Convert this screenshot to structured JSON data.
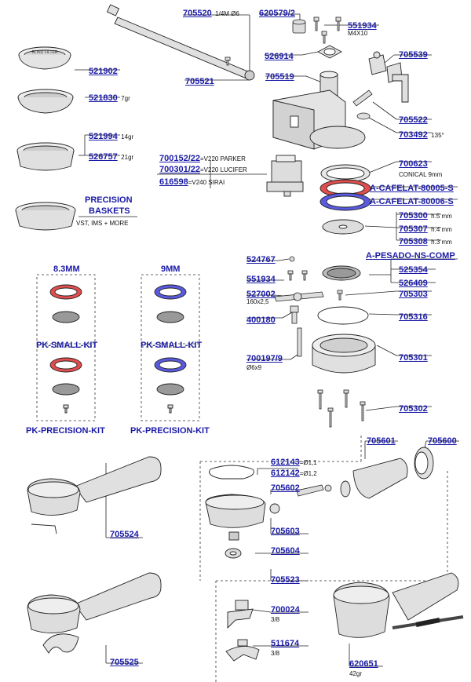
{
  "colors": {
    "accent_blue": "#1a1aa6",
    "kit_red": "#e04e4e",
    "kit_blue": "#5a5ae0",
    "line": "#222222",
    "part_fill": "#e6e6e6"
  },
  "labels": {
    "p705520": "705520",
    "n705520": "1/4M Ø6",
    "p620579": "620579/2",
    "p551934a": "551934",
    "n551934a": "M4X10",
    "p521902": "521902",
    "p526914": "526914",
    "p705539": "705539",
    "p705521": "705521",
    "p705519": "705519",
    "p521830": "521830",
    "n521830": "7gr",
    "p521994": "521994",
    "n521994": "14gr",
    "p526757": "526757",
    "n526757": "21gr",
    "p705522": "705522",
    "p703492": "703492",
    "n703492": "135°",
    "p700152": "700152/22",
    "n700152": "=V220 PARKER",
    "p700301": "700301/22",
    "n700301": "=V220 LUCIFER",
    "p616598": "616598",
    "n616598": "=V240 SIRAI",
    "p700623": "700623",
    "n700623": "CONICAL 9mm",
    "pcaf5": "A-CAFELAT-80005-S",
    "pcaf6": "A-CAFELAT-80006-S",
    "p705300": "705300",
    "n705300": "h.5 mm",
    "p705307": "705307",
    "n705307": "h.4 mm",
    "p705308": "705308",
    "n705308": "h.3 mm",
    "precision1": "PRECISION",
    "precision2": "BASKETS",
    "precision_note": "VST, IMS + MORE",
    "ppesado": "A-PESADO-NS-COMP",
    "p524767": "524767",
    "p525354": "525354",
    "p526409": "526409",
    "p551934b": "551934",
    "p527002": "527002",
    "n527002": "160x2,5",
    "p705303": "705303",
    "p400180": "400180",
    "p705316": "705316",
    "p700197": "700197/9",
    "n700197": "Ø6x9",
    "p705301": "705301",
    "p705302": "705302",
    "kit_83": "8.3MM",
    "kit_9": "9MM",
    "pk_small_1": "PK-SMALL-KIT",
    "pk_small_2": "PK-SMALL-KIT",
    "pk_prec_1": "PK-PRECISION-KIT",
    "pk_prec_2": "PK-PRECISION-KIT",
    "p705601": "705601",
    "p705600": "705600",
    "p612143": "612143",
    "n612143": "=Ø1,1",
    "p612142": "612142",
    "n612142": "=Ø1,2",
    "p705602": "705602",
    "p705603": "705603",
    "p705604": "705604",
    "p705523": "705523",
    "p705524": "705524",
    "p705525": "705525",
    "p700024": "700024",
    "n700024": "3/8",
    "p511674": "511674",
    "n511674": "3/8",
    "p620651": "620651",
    "n620651": "42gr",
    "blind_text": "BLIND FILTER"
  }
}
